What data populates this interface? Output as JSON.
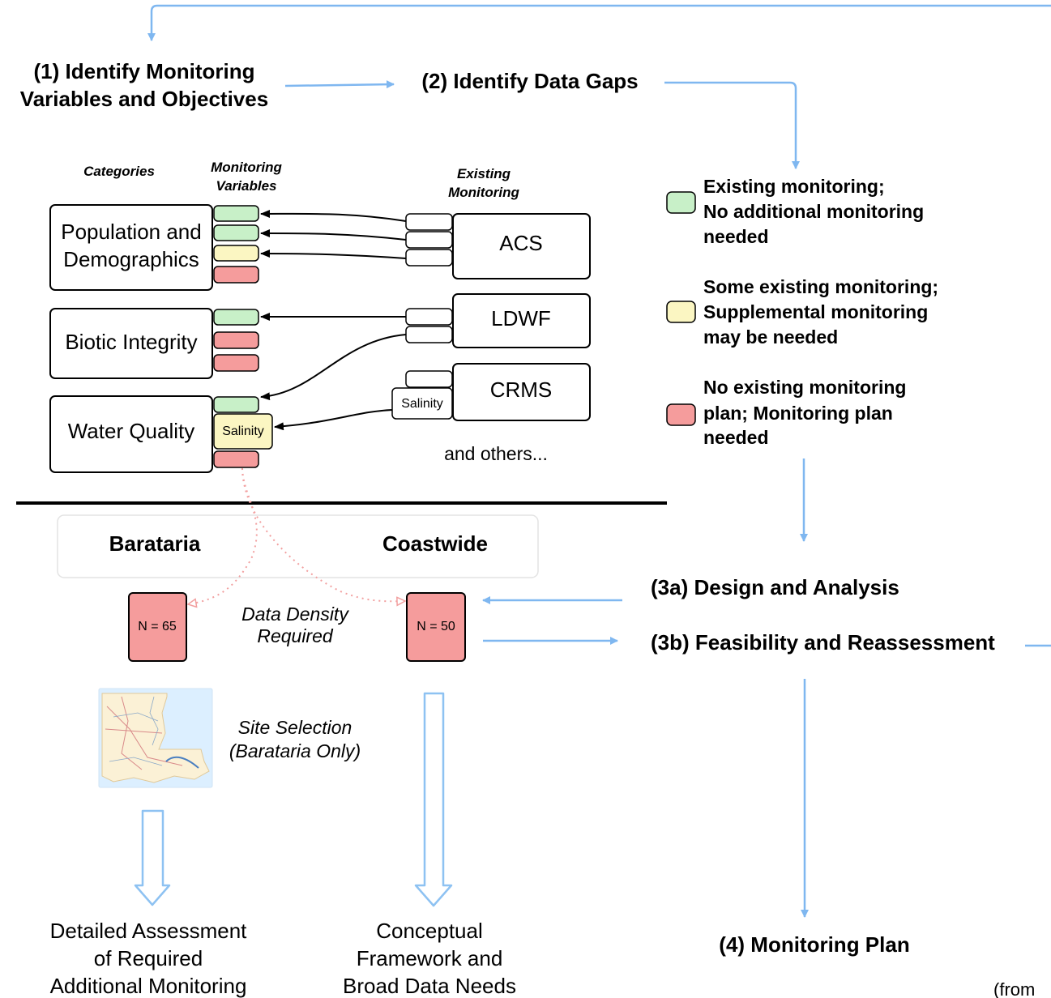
{
  "steps": {
    "step1_line1": "(1) Identify Monitoring",
    "step1_line2": "Variables and Objectives",
    "step2": "(2) Identify Data Gaps",
    "step3a": "(3a) Design and Analysis",
    "step3b": "(3b) Feasibility and Reassessment",
    "step4": "(4) Monitoring Plan"
  },
  "headers": {
    "categories": "Categories",
    "monitoring_variables_line1": "Monitoring",
    "monitoring_variables_line2": "Variables",
    "existing_monitoring_line1": "Existing",
    "existing_monitoring_line2": "Monitoring"
  },
  "categories": [
    {
      "line1": "Population and",
      "line2": "Demographics"
    },
    {
      "line1": "Biotic Integrity"
    },
    {
      "line1": "Water Quality"
    }
  ],
  "variable_labels": {
    "salinity": "Salinity"
  },
  "sources": [
    "ACS",
    "LDWF",
    "CRMS"
  ],
  "source_sub_label": "Salinity",
  "others": "and others...",
  "legend": [
    {
      "color": "#c8f0c8",
      "lines": [
        "Existing monitoring;",
        "No additional monitoring",
        "needed"
      ]
    },
    {
      "color": "#fbf6c2",
      "lines": [
        "Some existing monitoring;",
        "Supplemental monitoring",
        "may be needed"
      ]
    },
    {
      "color": "#f59c9c",
      "lines": [
        "No existing monitoring",
        "plan; Monitoring plan",
        "needed"
      ]
    }
  ],
  "regions": {
    "barataria": "Barataria",
    "coastwide": "Coastwide"
  },
  "counts": {
    "barataria": "N = 65",
    "coastwide": "N = 50"
  },
  "data_density": {
    "line1": "Data Density",
    "line2": "Required"
  },
  "site_selection": {
    "line1": "Site Selection",
    "line2": "(Barataria Only)"
  },
  "outcomes": {
    "barataria": [
      "Detailed Assessment",
      "of Required",
      "Additional Monitoring"
    ],
    "coastwide": [
      "Conceptual",
      "Framework and",
      "Broad Data Needs"
    ]
  },
  "footnote": "(from",
  "colors": {
    "green": "#c8f0c8",
    "yellow": "#fbf6c2",
    "red": "#f59c9c",
    "flow_arrow": "#7fb7f0",
    "count_box": "#f59c9c",
    "dotted": "#f2a0a0"
  }
}
